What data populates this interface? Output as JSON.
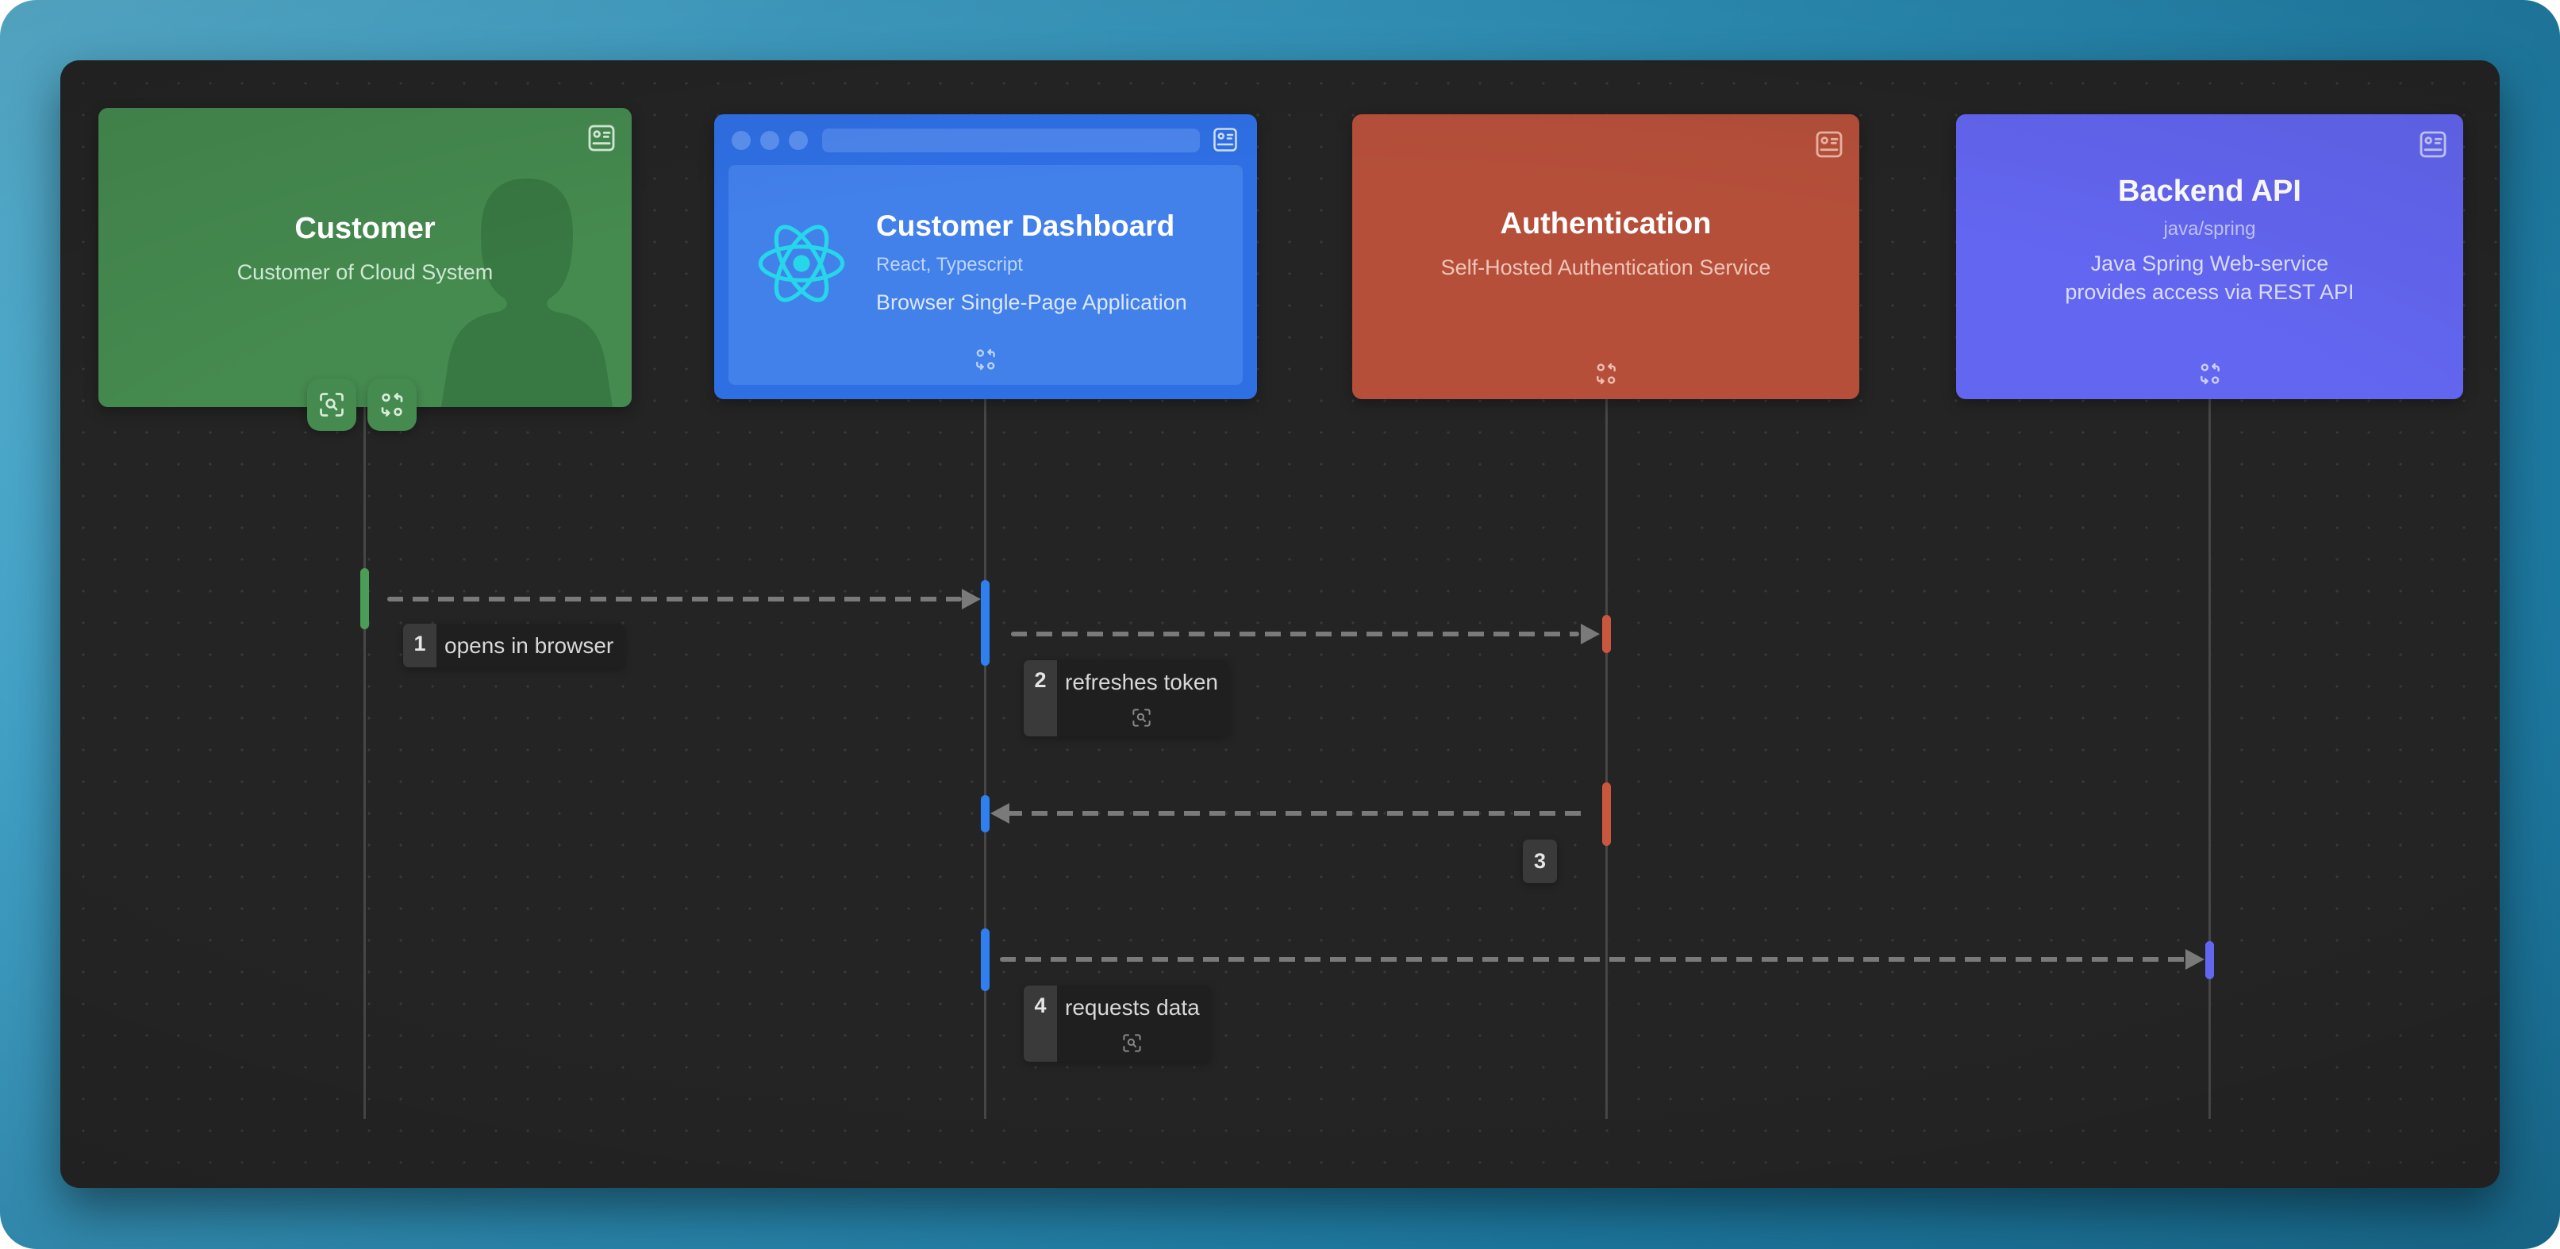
{
  "theme": {
    "backdrop_color": "#2b8cb4",
    "canvas_color": "#242424",
    "grid_dot_color": "#3a3a3a",
    "arrow_color": "#8e8e8e",
    "label_bg": "#2b2b2b",
    "label_num_bg": "#3d3d3d"
  },
  "diagram": {
    "type": "sequence-diagram",
    "participants": [
      {
        "id": "customer",
        "name": "Customer",
        "technology": "",
        "description": "Customer of Cloud System",
        "color": "#458a4f",
        "shape": "person",
        "badge_icon": "id-card-icon",
        "actions": [
          "scan-icon",
          "swap-icon"
        ]
      },
      {
        "id": "dashboard",
        "name": "Customer Dashboard",
        "technology": "React, Typescript",
        "description": "Browser Single-Page Application",
        "color": "#2f6fe4",
        "shape": "browser-window",
        "badge_icon": "id-card-icon",
        "logo_icon": "react-logo-icon",
        "actions": [
          "swap-icon"
        ]
      },
      {
        "id": "auth",
        "name": "Authentication",
        "technology": "",
        "description": "Self-Hosted Authentication Service",
        "color": "#c1523a",
        "shape": "box",
        "badge_icon": "id-card-icon",
        "actions": [
          "swap-icon"
        ]
      },
      {
        "id": "backend",
        "name": "Backend API",
        "technology": "java/spring",
        "description": "Java Spring Web-service\nprovides access via REST API",
        "description_line1": "Java Spring Web-service",
        "description_line2": "provides access via REST API",
        "color": "#6366f1",
        "shape": "box",
        "badge_icon": "id-card-icon",
        "actions": [
          "swap-icon"
        ]
      }
    ],
    "messages": [
      {
        "number": "1",
        "label": "opens in browser",
        "from": "customer",
        "to": "dashboard",
        "direction": "right",
        "style": "dashed",
        "has_icon": false
      },
      {
        "number": "2",
        "label": "refreshes token",
        "from": "dashboard",
        "to": "auth",
        "direction": "right",
        "style": "dashed",
        "has_icon": true,
        "icon": "scan-icon"
      },
      {
        "number": "3",
        "label": "",
        "from": "auth",
        "to": "dashboard",
        "direction": "left",
        "style": "dashed",
        "has_icon": false
      },
      {
        "number": "4",
        "label": "requests data",
        "from": "dashboard",
        "to": "backend",
        "direction": "right",
        "style": "dashed",
        "has_icon": true,
        "icon": "scan-icon"
      }
    ]
  }
}
